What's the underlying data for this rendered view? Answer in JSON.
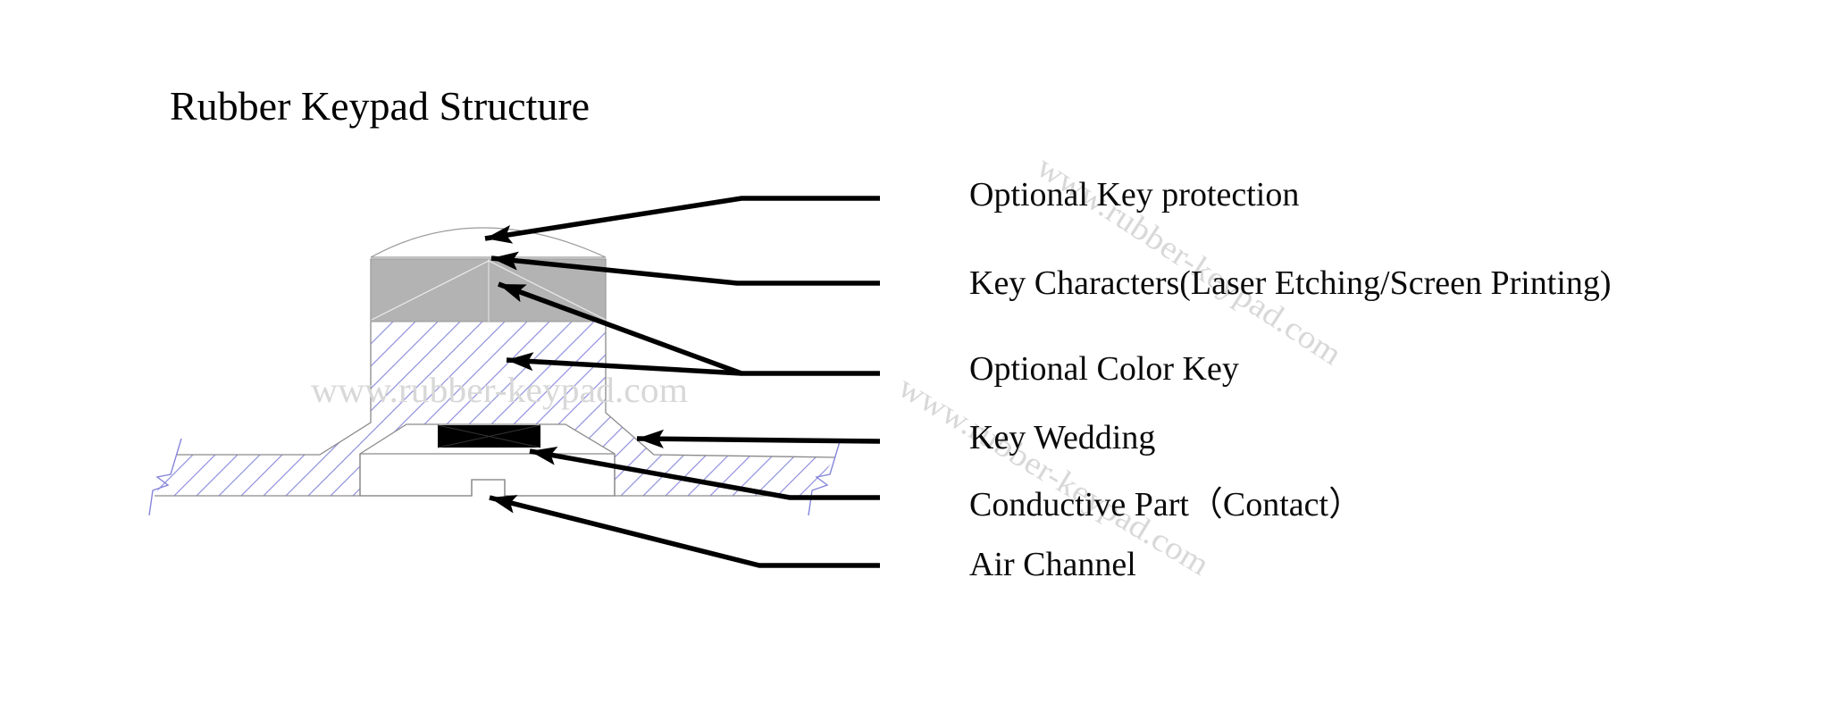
{
  "title": "Rubber Keypad Structure",
  "watermark": {
    "text": "www.rubber-keypad.com"
  },
  "labels": {
    "key_protection": "Optional Key protection",
    "key_characters": "Key Characters(Laser Etching/Screen Printing)",
    "color_key": "Optional Color Key",
    "key_wedding": "Key Wedding",
    "conductive_part": "Conductive Part（Contact）",
    "air_channel": "Air Channel"
  },
  "colors": {
    "outline_gray": "#8a8a8a",
    "hatch_blue": "#9191e0",
    "character_band_gray": "#b3b3b3",
    "conductive_black": "#000000",
    "leader_black": "#000000",
    "watermark_gray": "#d8d8d8",
    "break_mark_blue": "#8585dc"
  }
}
